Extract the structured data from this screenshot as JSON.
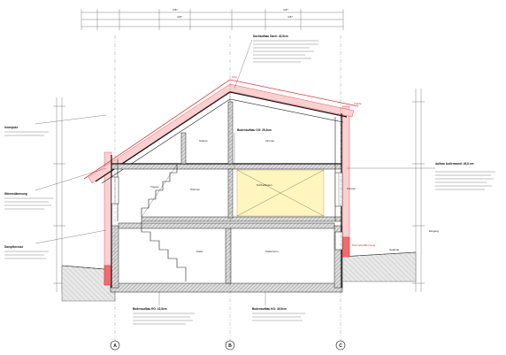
{
  "drawing": {
    "grid_axes": [
      "A",
      "B",
      "C"
    ],
    "dimension_labels": {
      "top_a": "4,87",
      "top_b": "4,87",
      "left_bay": "4,87",
      "right_bay": "4,87"
    },
    "room_labels": {
      "kitchen": "Küche/Essen",
      "living": "Wohnen",
      "room_upper": "Zimmer",
      "gallery": "Galerie",
      "cellar": "Keller",
      "basement_room": "Kellerraum",
      "stair": "Treppe"
    },
    "callouts": {
      "roof_structure_title": "Dachaufbau Dach: 42,5cm",
      "wall_structure_title": "Aufbau Außenwand: 45,8 cm",
      "floor_structure_title": "Bodenaufbau EG: 32,5cm",
      "floor_og_title": "Bodenaufbau OG: 25,0cm",
      "basement_floor_title": "Bodenaufbau KG: 40,5cm",
      "ridge_label": "First",
      "eaves_label": "Traufe",
      "perimeter_label": "Perimeterdämmung",
      "terrain_label": "Gelände",
      "entry_label": "Eingang",
      "window_label": "Fenster",
      "vapor_label": "Dampfbremse",
      "insulation_label": "Wärmedämmung",
      "plaster_label": "Innenputz"
    }
  }
}
